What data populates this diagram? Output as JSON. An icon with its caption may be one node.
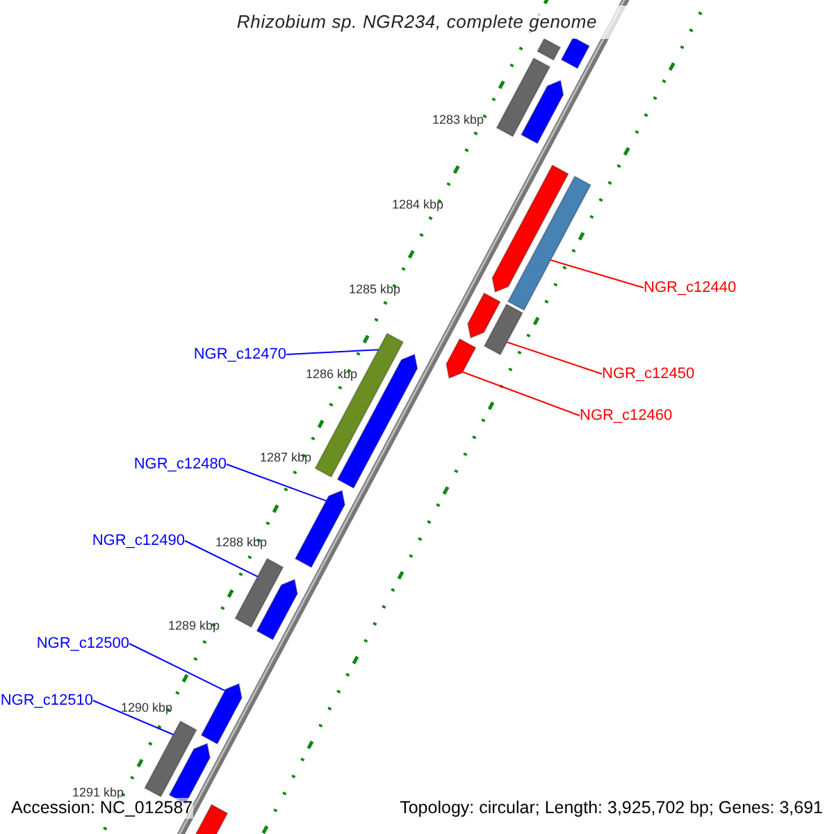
{
  "diagram": {
    "title": "Rhizobium sp. NGR234, complete genome",
    "nodes": [
      {
        "text": [
          "NGR_c12440"
        ]
      },
      {
        "text": [
          "NGR_c12450"
        ]
      },
      {
        "text": [
          "NGR_c12460"
        ]
      },
      {
        "text": [
          "NGR_c12470"
        ]
      },
      {
        "text": [
          "NGR_c12480"
        ]
      },
      {
        "text": [
          "NGR_c12490"
        ]
      },
      {
        "text": [
          "NGR_c12500"
        ]
      },
      {
        "text": [
          "NGR_c12510"
        ]
      },
      {
        "text": [],
        "shape": "bar"
      },
      {
        "text": [],
        "shape": "bar"
      },
      {
        "text": [],
        "shape": "bar"
      },
      {
        "text": [],
        "shape": "bar"
      },
      {
        "text": [],
        "shape": "bar"
      },
      {
        "text": [],
        "shape": "bar"
      },
      {
        "text": [],
        "shape": "bar"
      },
      {
        "text": [],
        "shape": "bar"
      },
      {
        "text": [],
        "shape": "bar"
      },
      {
        "text": [],
        "shape": "bar"
      },
      {
        "text": [],
        "shape": "bar"
      },
      {
        "text": [],
        "shape": "bar"
      },
      {
        "text": [],
        "shape": "bar"
      },
      {
        "text": [],
        "shape": "bar"
      },
      {
        "text": [],
        "shape": "bar"
      },
      {
        "text": [],
        "shape": "bar"
      },
      {
        "text": [],
        "shape": "bar"
      },
      {
        "text": [],
        "shape": "bar"
      }
    ],
    "edges": [
      {
        "from": 0,
        "to": 13,
        "arrow": "none",
        "color": "#ff0000"
      },
      {
        "from": 1,
        "to": 15,
        "arrow": "none",
        "color": "#ff0000"
      },
      {
        "from": 2,
        "to": 17,
        "arrow": "none",
        "color": "#ff0000"
      },
      {
        "from": 3,
        "to": 16,
        "arrow": "none",
        "color": "#0000ff"
      },
      {
        "from": 4,
        "to": 19,
        "arrow": "none",
        "color": "#0000ff"
      },
      {
        "from": 5,
        "to": 20,
        "arrow": "none",
        "color": "#0000ff"
      },
      {
        "from": 6,
        "to": 22,
        "arrow": "none",
        "color": "#0000ff"
      },
      {
        "from": 7,
        "to": 23,
        "arrow": "none",
        "color": "#0000ff"
      }
    ],
    "labels": [
      "1283 kbp",
      "1284 kbp",
      "1285 kbp",
      "1286 kbp",
      "1287 kbp",
      "1288 kbp",
      "1289 kbp",
      "1290 kbp",
      "1291 kbp",
      "Accession: NC_012587",
      "Topology: circular; Length: 3,925,702 bp; Genes: 3,691"
    ]
  }
}
